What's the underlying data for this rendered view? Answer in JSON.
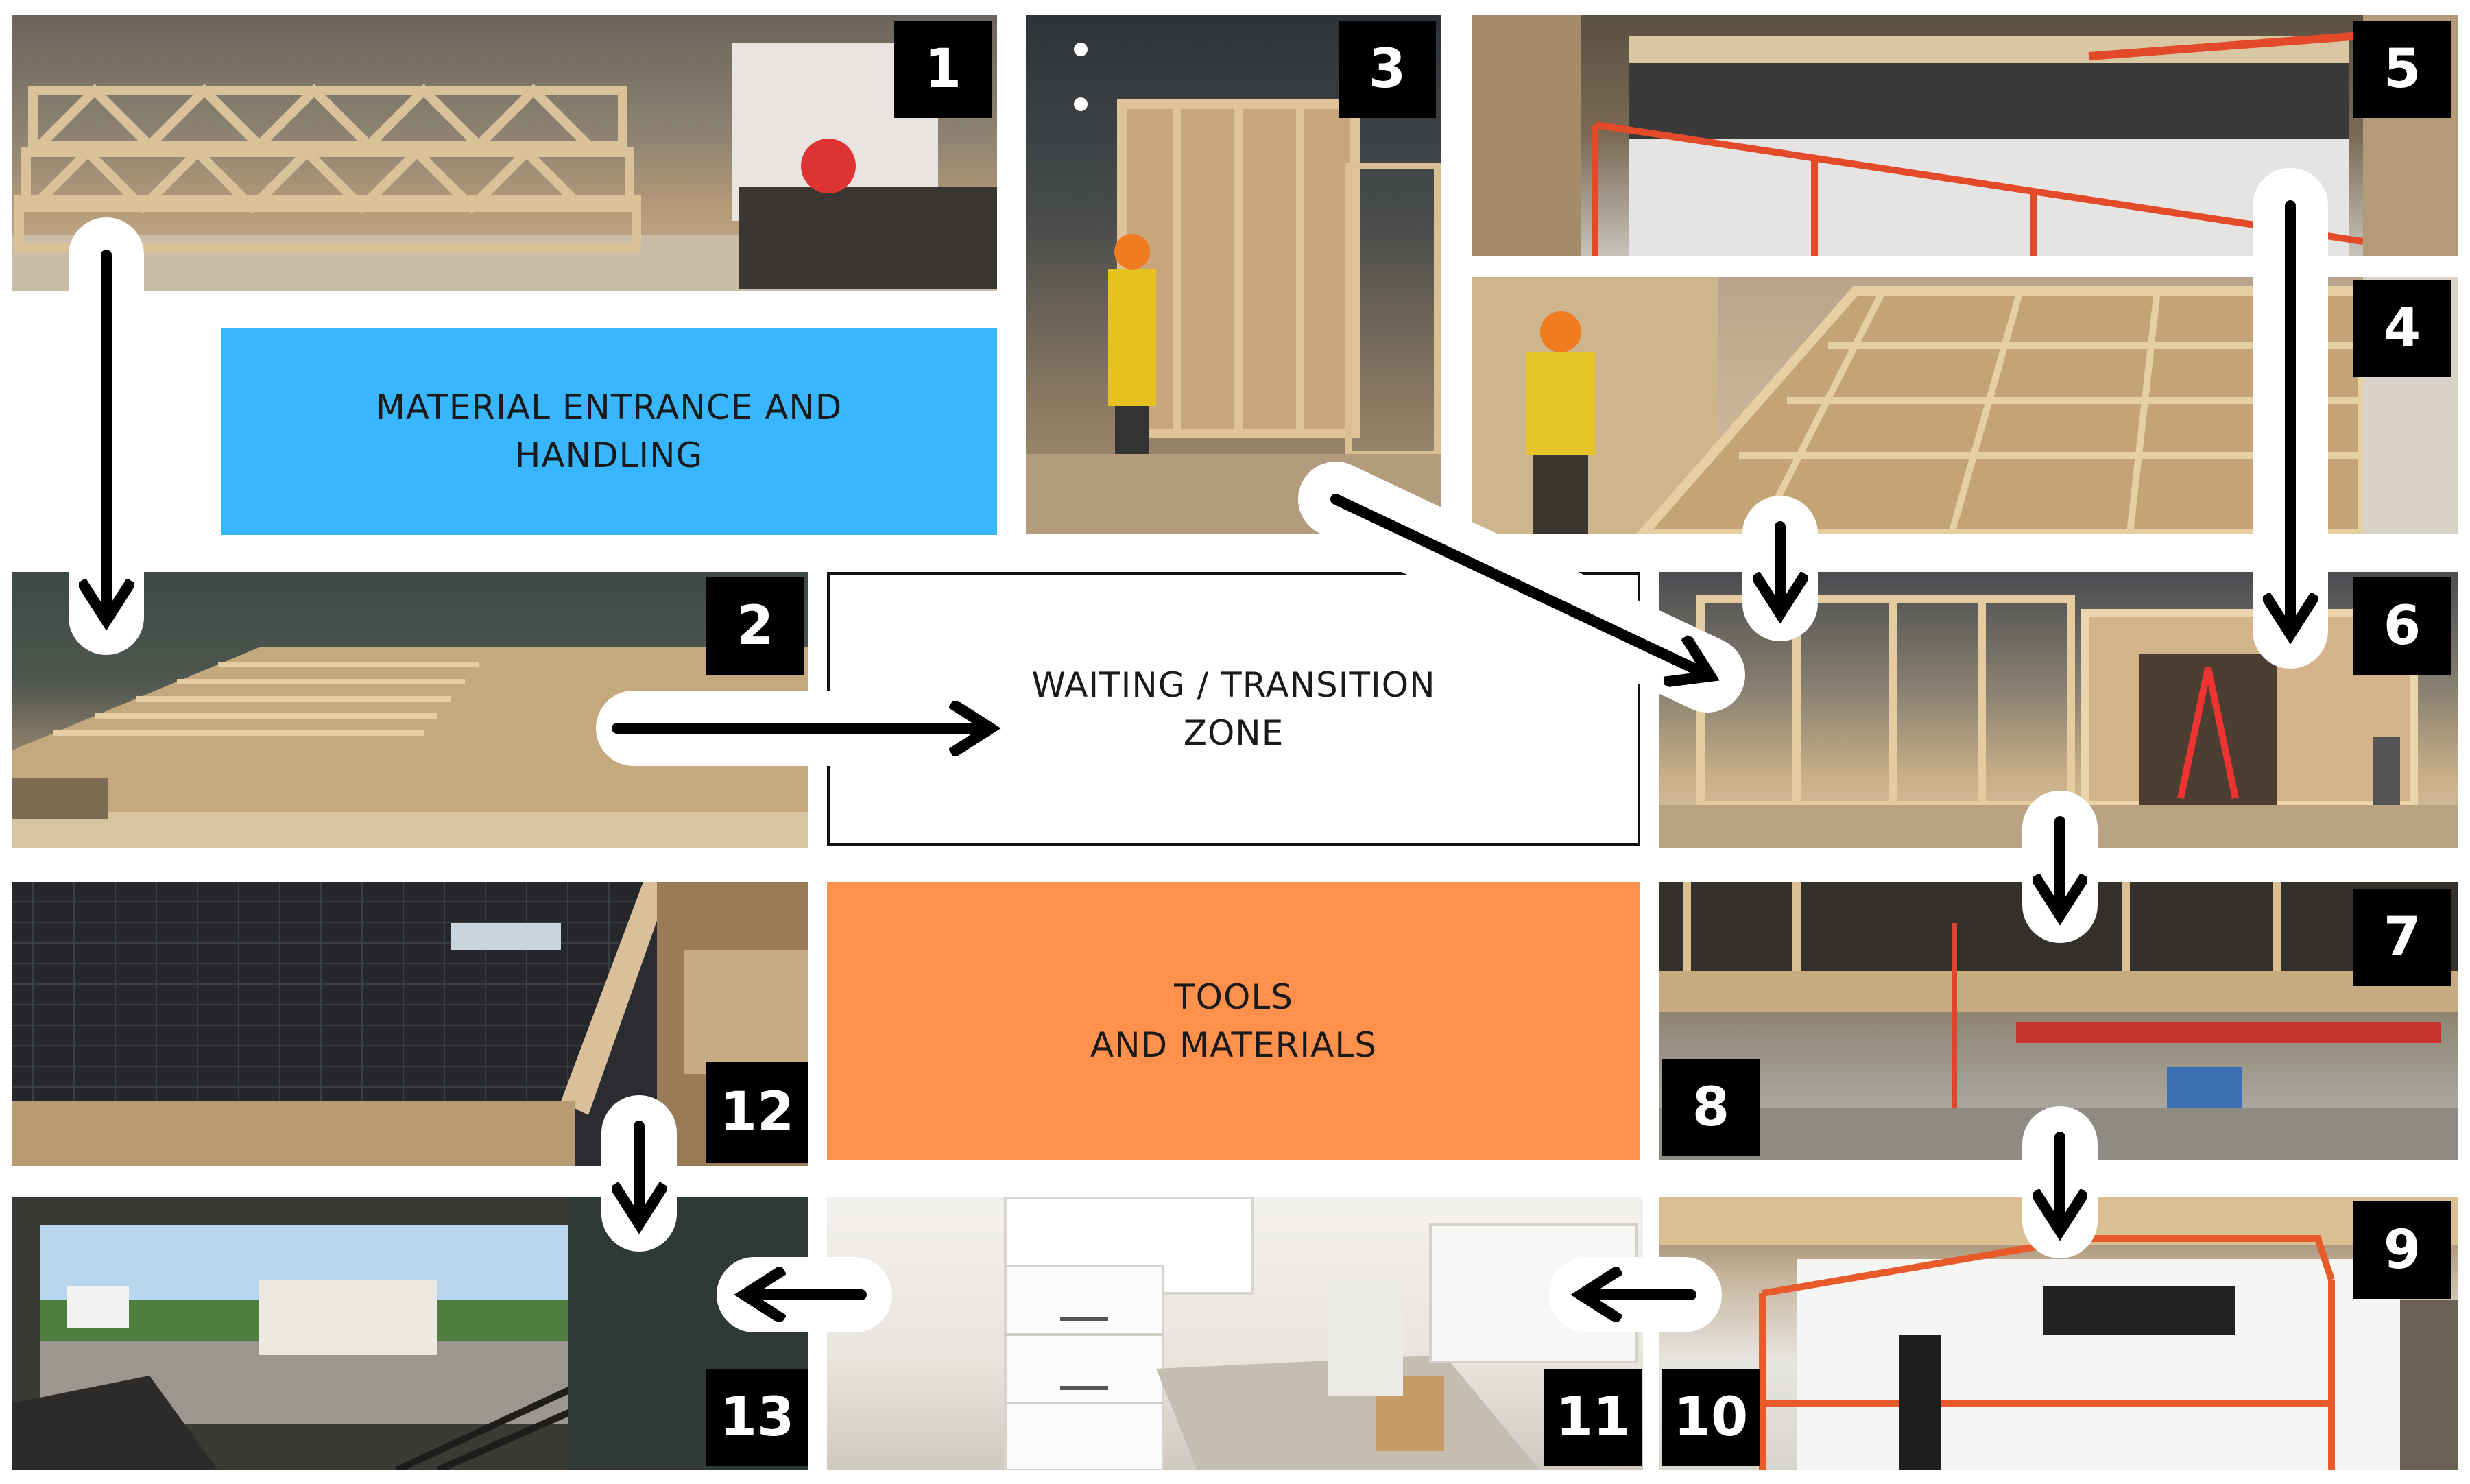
{
  "zones": {
    "material": {
      "lines": [
        "MATERIAL ENTRANCE AND",
        "HANDLING"
      ],
      "color": "#38b6ff"
    },
    "waiting": {
      "lines": [
        "WAITING / TRANSITION",
        "ZONE"
      ]
    },
    "tools": {
      "lines": [
        "TOOLS",
        "AND MATERIALS"
      ],
      "color": "#ff914d"
    }
  },
  "stations": {
    "s1": "1",
    "s2": "2",
    "s3": "3",
    "s4": "4",
    "s5": "5",
    "s6": "6",
    "s7": "7",
    "s8": "8",
    "s9": "9",
    "s10": "10",
    "s11": "11",
    "s12": "12",
    "s13": "13"
  },
  "flow": [
    {
      "from": "1",
      "to": "2"
    },
    {
      "from": "2",
      "to": "waiting"
    },
    {
      "from": "3",
      "to": "6"
    },
    {
      "from": "4",
      "to": "6"
    },
    {
      "from": "5",
      "to": "6"
    },
    {
      "from": "6",
      "to": "7"
    },
    {
      "from": "8",
      "to": "9"
    },
    {
      "from": "10",
      "to": "11"
    },
    {
      "from": "12",
      "to": "13"
    },
    {
      "from": "11",
      "to": "13"
    }
  ]
}
